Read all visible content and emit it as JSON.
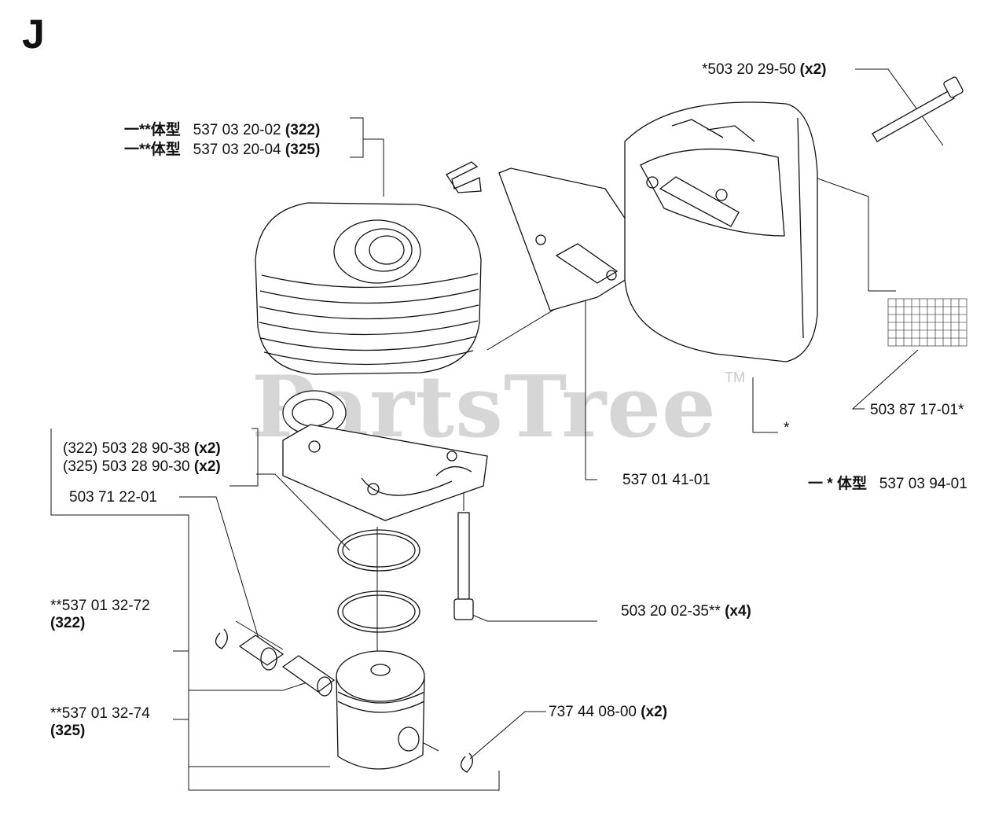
{
  "section_letter": "J",
  "watermark": {
    "text": "PartsTree",
    "tm": "TM"
  },
  "labels": {
    "cyl_322": {
      "prefix": "一**体型",
      "part": "537 03 20-02",
      "qty": "(322)"
    },
    "cyl_325": {
      "prefix": "一**体型",
      "part": "537 03 20-04",
      "qty": "(325)"
    },
    "muffler_bolt": {
      "part": "*503 20 29-50",
      "qty": "(x2)"
    },
    "screen": {
      "part": "503 87 17-01*"
    },
    "asterisk": {
      "text": "*"
    },
    "muffler_kit": {
      "prefix": "一 * 体型",
      "part": "537 03 94-01"
    },
    "gasket": {
      "part": "537 01 41-01"
    },
    "ring_322": {
      "model": "(322)",
      "part": "503 28 90-38",
      "qty": "(x2)"
    },
    "ring_325": {
      "model": "(325)",
      "part": "503 28 90-30",
      "qty": "(x2)"
    },
    "bearing": {
      "part": "503 71 22-01"
    },
    "cyl_screw": {
      "part": "503 20 02-35**",
      "qty": "(x4)"
    },
    "piston_322": {
      "part": "**537 01 32-72",
      "qty": "(322)"
    },
    "piston_325": {
      "part": "**537 01 32-74",
      "qty": "(325)"
    },
    "circlip": {
      "part": "737 44 08-00",
      "qty": "(x2)"
    }
  }
}
